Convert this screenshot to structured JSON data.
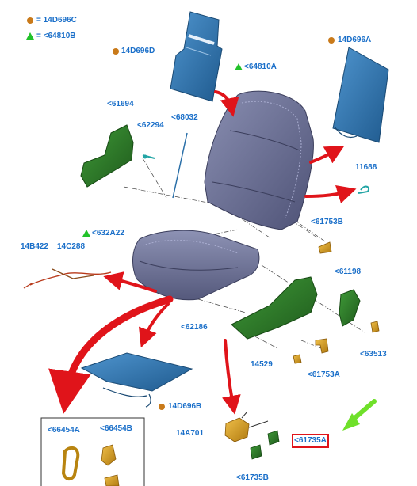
{
  "legend": {
    "dot_text": "= 14D696C",
    "triangle_text": "= <64810B"
  },
  "labels": {
    "l_14d696d": "14D696D",
    "l_64810a": "<64810A",
    "l_14d696a": "14D696A",
    "l_61694": "<61694",
    "l_62294": "<62294",
    "l_68032": "<68032",
    "l_11688": "11688",
    "l_61753b": "<61753B",
    "l_632a22": "<632A22",
    "l_14b422": "14B422",
    "l_14c288": "14C288",
    "l_61198": "<61198",
    "l_62186": "<62186",
    "l_63513": "<63513",
    "l_14529": "14529",
    "l_61753a": "<61753A",
    "l_14d696b": "14D696B",
    "l_14a701": "14A701",
    "l_61735a": "<61735A",
    "l_61735b": "<61735B",
    "l_66454a": "<66454A",
    "l_66454b": "<66454B"
  },
  "colors": {
    "label_blue": "#1a6fc9",
    "marker_orange": "#c97a1a",
    "marker_green": "#22c22a",
    "arrow_red": "#e0141a",
    "pointer_green": "#6fe02a",
    "seat_fabric": "#6a6f94",
    "panel_blue": "#2a6fa8",
    "bracket_green": "#2f7a2a",
    "part_gold": "#d9a020"
  },
  "highlighted_part": "<61735A"
}
